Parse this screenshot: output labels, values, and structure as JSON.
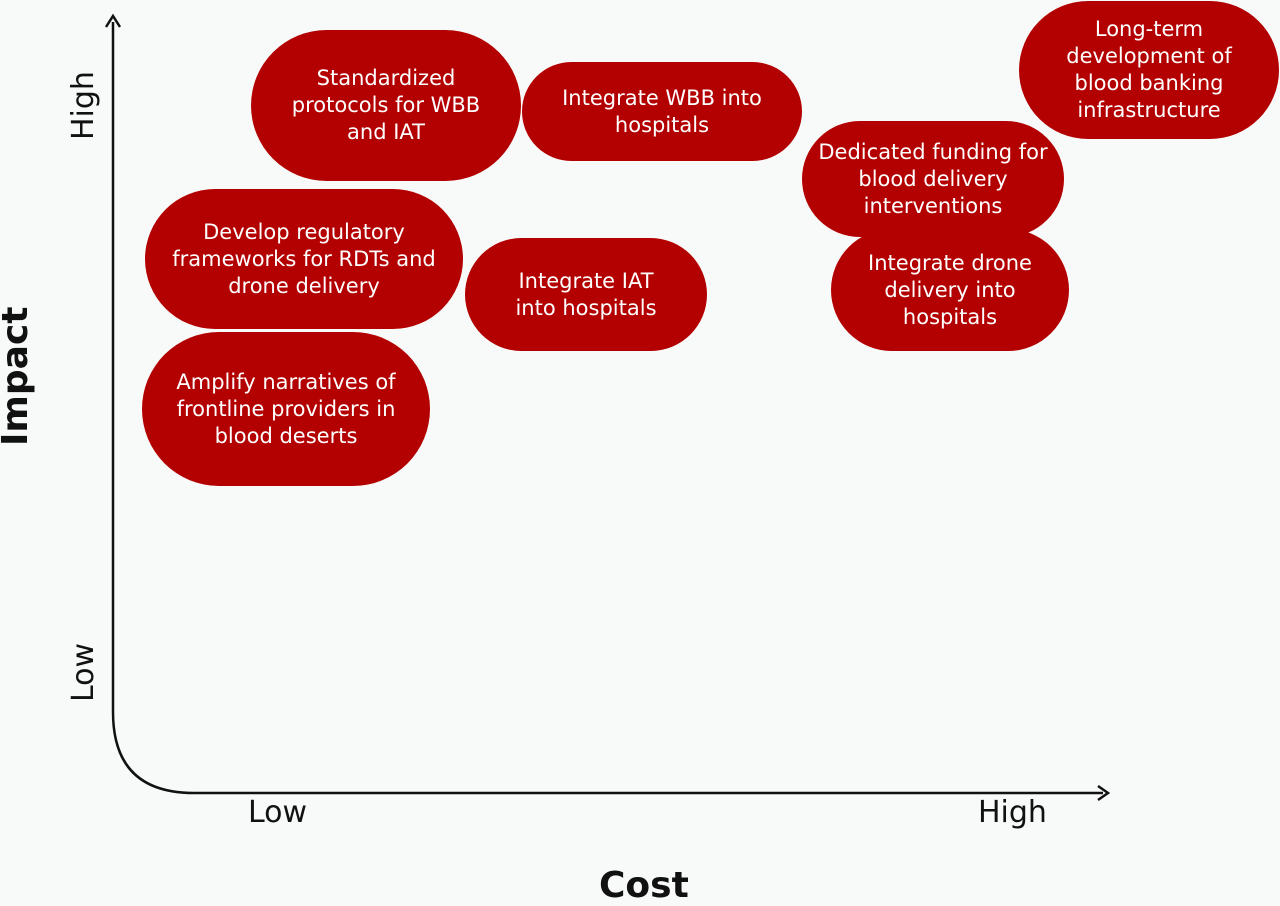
{
  "colors": {
    "background": "#f8f9f9",
    "pill_fill": "#b30000",
    "pill_text": "#ffffff",
    "axis": "#111111"
  },
  "axes": {
    "x_title": "Cost",
    "y_title": "Impact",
    "x_low": "Low",
    "x_high": "High",
    "y_low": "Low",
    "y_high": "High"
  },
  "items": [
    {
      "label": "Standardized protocols for WBB and IAT"
    },
    {
      "label": "Integrate WBB into hospitals"
    },
    {
      "label": "Long-term development of blood banking infrastructure"
    },
    {
      "label": "Dedicated funding for blood delivery interventions"
    },
    {
      "label": "Develop regulatory frameworks for RDTs and drone delivery"
    },
    {
      "label": "Integrate IAT into hospitals"
    },
    {
      "label": "Integrate drone delivery into hospitals"
    },
    {
      "label": "Amplify narratives of frontline providers in blood deserts"
    }
  ]
}
